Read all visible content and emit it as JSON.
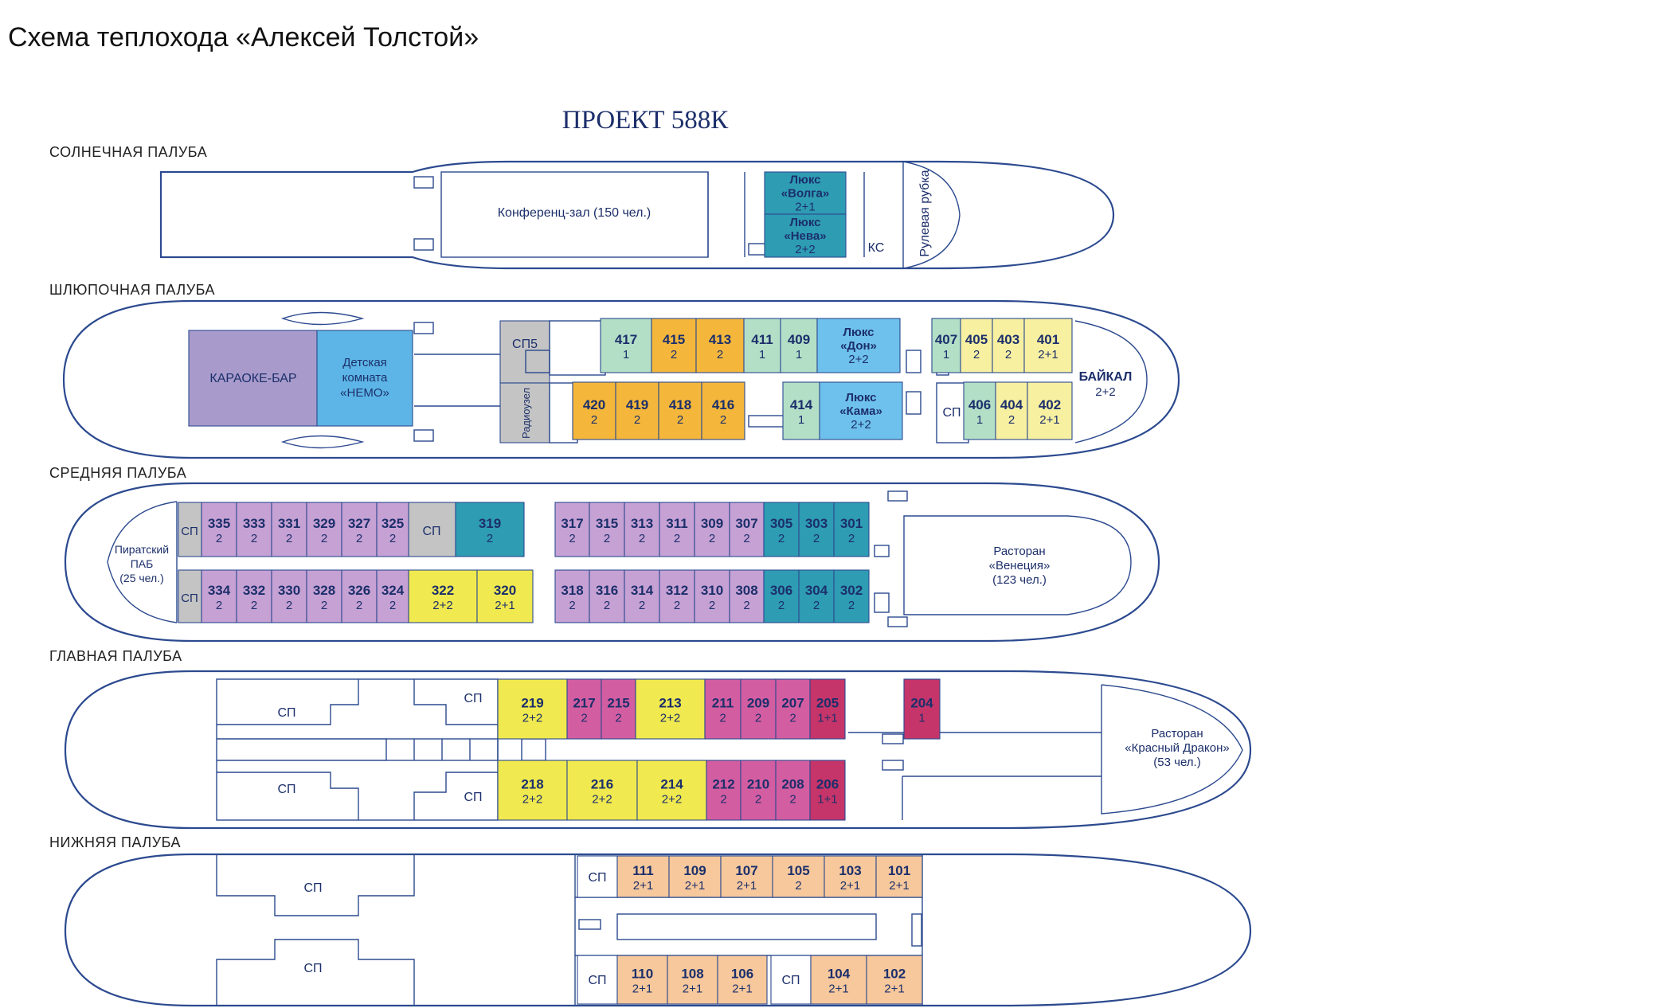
{
  "page": {
    "title": "Схема теплохода «Алексей Толстой»"
  },
  "diagram": {
    "project": "ПРОЕКТ 588К",
    "colors": {
      "teal": "#2e9cb3",
      "green": "#b3dfc7",
      "orange": "#f4b73b",
      "lightblue": "#6ec1ec",
      "yellow": "#f0e94f",
      "paleyellow": "#f7f0a1",
      "purple": "#c6a1d4",
      "grey": "#c4c4c4",
      "pink": "#d35da1",
      "crimson": "#c5356a",
      "peach": "#f6c89c",
      "lavender": "#a89bcb",
      "sky": "#5cb5e6",
      "white": "#ffffff"
    },
    "decks": [
      {
        "name": "СОЛНЕЧНАЯ ПАЛУБА"
      },
      {
        "name": "ШЛЮПОЧНАЯ ПАЛУБА"
      },
      {
        "name": "СРЕДНЯЯ ПАЛУБА"
      },
      {
        "name": "ГЛАВНАЯ ПАЛУБА"
      },
      {
        "name": "НИЖНЯЯ ПАЛУБА"
      }
    ],
    "labels": {
      "conference": "Конференц-зал (150 чел.)",
      "wheelhouse": "Рулевая рубка",
      "ks": "КС",
      "karaoke": "КАРАОКЕ-БАР",
      "kids1": "Детская",
      "kids2": "комната",
      "kids3": "«НЕМО»",
      "sp5": "СП5",
      "radio": "Радиоузел",
      "baikal": "БАЙКАЛ",
      "baikal_cap": "2+2",
      "pub1": "Пиратский",
      "pub2": "ПАБ",
      "pub3": "(25 чел.)",
      "venice1": "Расторан",
      "venice2": "«Венеция»",
      "venice3": "(123 чел.)",
      "dragon1": "Расторан",
      "dragon2": "«Красный Дракон»",
      "dragon3": "(53 чел.)",
      "sp": "СП"
    },
    "cabins": [
      {
        "num": "Люкс «Волга»",
        "cap": "2+1",
        "color": "teal"
      },
      {
        "num": "Люкс «Нева»",
        "cap": "2+2",
        "color": "teal"
      },
      {
        "num": "417",
        "cap": "1",
        "color": "green"
      },
      {
        "num": "415",
        "cap": "2",
        "color": "orange"
      },
      {
        "num": "413",
        "cap": "2",
        "color": "orange"
      },
      {
        "num": "411",
        "cap": "1",
        "color": "green"
      },
      {
        "num": "409",
        "cap": "1",
        "color": "green"
      },
      {
        "num": "Люкс «Дон»",
        "cap": "2+2",
        "color": "lightblue"
      },
      {
        "num": "420",
        "cap": "2",
        "color": "orange"
      },
      {
        "num": "419",
        "cap": "2",
        "color": "orange"
      },
      {
        "num": "418",
        "cap": "2",
        "color": "orange"
      },
      {
        "num": "416",
        "cap": "2",
        "color": "orange"
      },
      {
        "num": "414",
        "cap": "1",
        "color": "green"
      },
      {
        "num": "Люкс «Кама»",
        "cap": "2+2",
        "color": "lightblue"
      },
      {
        "num": "407",
        "cap": "1",
        "color": "green"
      },
      {
        "num": "405",
        "cap": "2",
        "color": "paleyellow"
      },
      {
        "num": "403",
        "cap": "2",
        "color": "paleyellow"
      },
      {
        "num": "401",
        "cap": "2+1",
        "color": "paleyellow"
      },
      {
        "num": "406",
        "cap": "1",
        "color": "green"
      },
      {
        "num": "404",
        "cap": "2",
        "color": "paleyellow"
      },
      {
        "num": "402",
        "cap": "2+1",
        "color": "paleyellow"
      },
      {
        "num": "335",
        "cap": "2",
        "color": "purple"
      },
      {
        "num": "333",
        "cap": "2",
        "color": "purple"
      },
      {
        "num": "331",
        "cap": "2",
        "color": "purple"
      },
      {
        "num": "329",
        "cap": "2",
        "color": "purple"
      },
      {
        "num": "327",
        "cap": "2",
        "color": "purple"
      },
      {
        "num": "325",
        "cap": "2",
        "color": "purple"
      },
      {
        "num": "319",
        "cap": "2",
        "color": "teal"
      },
      {
        "num": "334",
        "cap": "2",
        "color": "purple"
      },
      {
        "num": "332",
        "cap": "2",
        "color": "purple"
      },
      {
        "num": "330",
        "cap": "2",
        "color": "purple"
      },
      {
        "num": "328",
        "cap": "2",
        "color": "purple"
      },
      {
        "num": "326",
        "cap": "2",
        "color": "purple"
      },
      {
        "num": "324",
        "cap": "2",
        "color": "purple"
      },
      {
        "num": "322",
        "cap": "2+2",
        "color": "yellow"
      },
      {
        "num": "320",
        "cap": "2+1",
        "color": "yellow"
      },
      {
        "num": "317",
        "cap": "2",
        "color": "purple"
      },
      {
        "num": "315",
        "cap": "2",
        "color": "purple"
      },
      {
        "num": "313",
        "cap": "2",
        "color": "purple"
      },
      {
        "num": "311",
        "cap": "2",
        "color": "purple"
      },
      {
        "num": "309",
        "cap": "2",
        "color": "purple"
      },
      {
        "num": "307",
        "cap": "2",
        "color": "purple"
      },
      {
        "num": "305",
        "cap": "2",
        "color": "teal"
      },
      {
        "num": "303",
        "cap": "2",
        "color": "teal"
      },
      {
        "num": "301",
        "cap": "2",
        "color": "teal"
      },
      {
        "num": "318",
        "cap": "2",
        "color": "purple"
      },
      {
        "num": "316",
        "cap": "2",
        "color": "purple"
      },
      {
        "num": "314",
        "cap": "2",
        "color": "purple"
      },
      {
        "num": "312",
        "cap": "2",
        "color": "purple"
      },
      {
        "num": "310",
        "cap": "2",
        "color": "purple"
      },
      {
        "num": "308",
        "cap": "2",
        "color": "purple"
      },
      {
        "num": "306",
        "cap": "2",
        "color": "teal"
      },
      {
        "num": "304",
        "cap": "2",
        "color": "teal"
      },
      {
        "num": "302",
        "cap": "2",
        "color": "teal"
      },
      {
        "num": "219",
        "cap": "2+2",
        "color": "yellow"
      },
      {
        "num": "217",
        "cap": "2",
        "color": "pink"
      },
      {
        "num": "215",
        "cap": "2",
        "color": "pink"
      },
      {
        "num": "213",
        "cap": "2+2",
        "color": "yellow"
      },
      {
        "num": "211",
        "cap": "2",
        "color": "pink"
      },
      {
        "num": "209",
        "cap": "2",
        "color": "pink"
      },
      {
        "num": "207",
        "cap": "2",
        "color": "pink"
      },
      {
        "num": "205",
        "cap": "1+1",
        "color": "crimson"
      },
      {
        "num": "204",
        "cap": "1",
        "color": "crimson"
      },
      {
        "num": "218",
        "cap": "2+2",
        "color": "yellow"
      },
      {
        "num": "216",
        "cap": "2+2",
        "color": "yellow"
      },
      {
        "num": "214",
        "cap": "2+2",
        "color": "yellow"
      },
      {
        "num": "212",
        "cap": "2",
        "color": "pink"
      },
      {
        "num": "210",
        "cap": "2",
        "color": "pink"
      },
      {
        "num": "208",
        "cap": "2",
        "color": "pink"
      },
      {
        "num": "206",
        "cap": "1+1",
        "color": "crimson"
      },
      {
        "num": "111",
        "cap": "2+1",
        "color": "peach"
      },
      {
        "num": "109",
        "cap": "2+1",
        "color": "peach"
      },
      {
        "num": "107",
        "cap": "2+1",
        "color": "peach"
      },
      {
        "num": "105",
        "cap": "2",
        "color": "peach"
      },
      {
        "num": "103",
        "cap": "2+1",
        "color": "peach"
      },
      {
        "num": "101",
        "cap": "2+1",
        "color": "peach"
      },
      {
        "num": "110",
        "cap": "2+1",
        "color": "peach"
      },
      {
        "num": "108",
        "cap": "2+1",
        "color": "peach"
      },
      {
        "num": "106",
        "cap": "2+1",
        "color": "peach"
      },
      {
        "num": "104",
        "cap": "2+1",
        "color": "peach"
      },
      {
        "num": "102",
        "cap": "2+1",
        "color": "peach"
      }
    ]
  }
}
